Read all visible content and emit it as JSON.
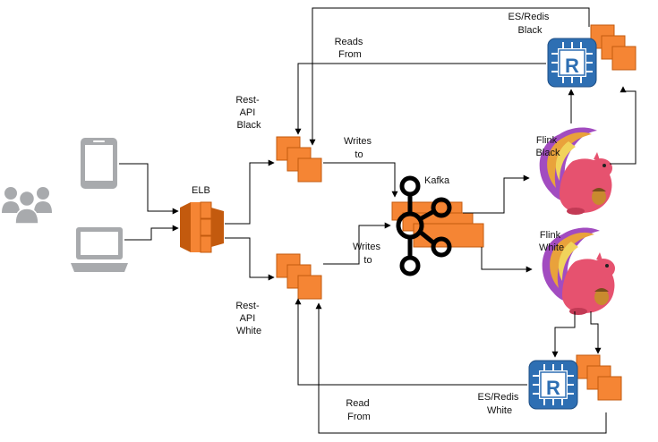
{
  "labels": {
    "elb": "ELB",
    "rest_api_black": [
      "Rest-",
      "API",
      "Black"
    ],
    "rest_api_white": [
      "Rest-",
      "API",
      "White"
    ],
    "writes_to_black": [
      "Writes",
      "to"
    ],
    "writes_to_white": [
      "Writes",
      "to"
    ],
    "reads_from_black": [
      "Reads",
      "From"
    ],
    "read_from_white": [
      "Read",
      "From"
    ],
    "kafka": "Kafka",
    "flink_black": [
      "Flink",
      "Black"
    ],
    "flink_white": [
      "Flink",
      "White"
    ],
    "es_redis_black": [
      "ES/Redis",
      "Black"
    ],
    "es_redis_white": [
      "ES/Redis",
      "White"
    ],
    "redis_glyph": "R"
  },
  "icons": {
    "users": "users-group-icon",
    "mobile": "mobile-phone-icon",
    "laptop": "laptop-icon",
    "elb": "elb-icon",
    "ec2": "ec2-instances-icon",
    "kafka": "kafka-logo-icon",
    "flink": "flink-squirrel-icon",
    "redis": "redis-chip-icon"
  },
  "colors": {
    "aws_orange": "#f58534",
    "aws_orange_dark": "#c35a0e",
    "device_gray": "#a8aaad",
    "redis_blue": "#2e6fb3",
    "flink_pink": "#e6526f",
    "flink_purple": "#8a3fa8"
  }
}
